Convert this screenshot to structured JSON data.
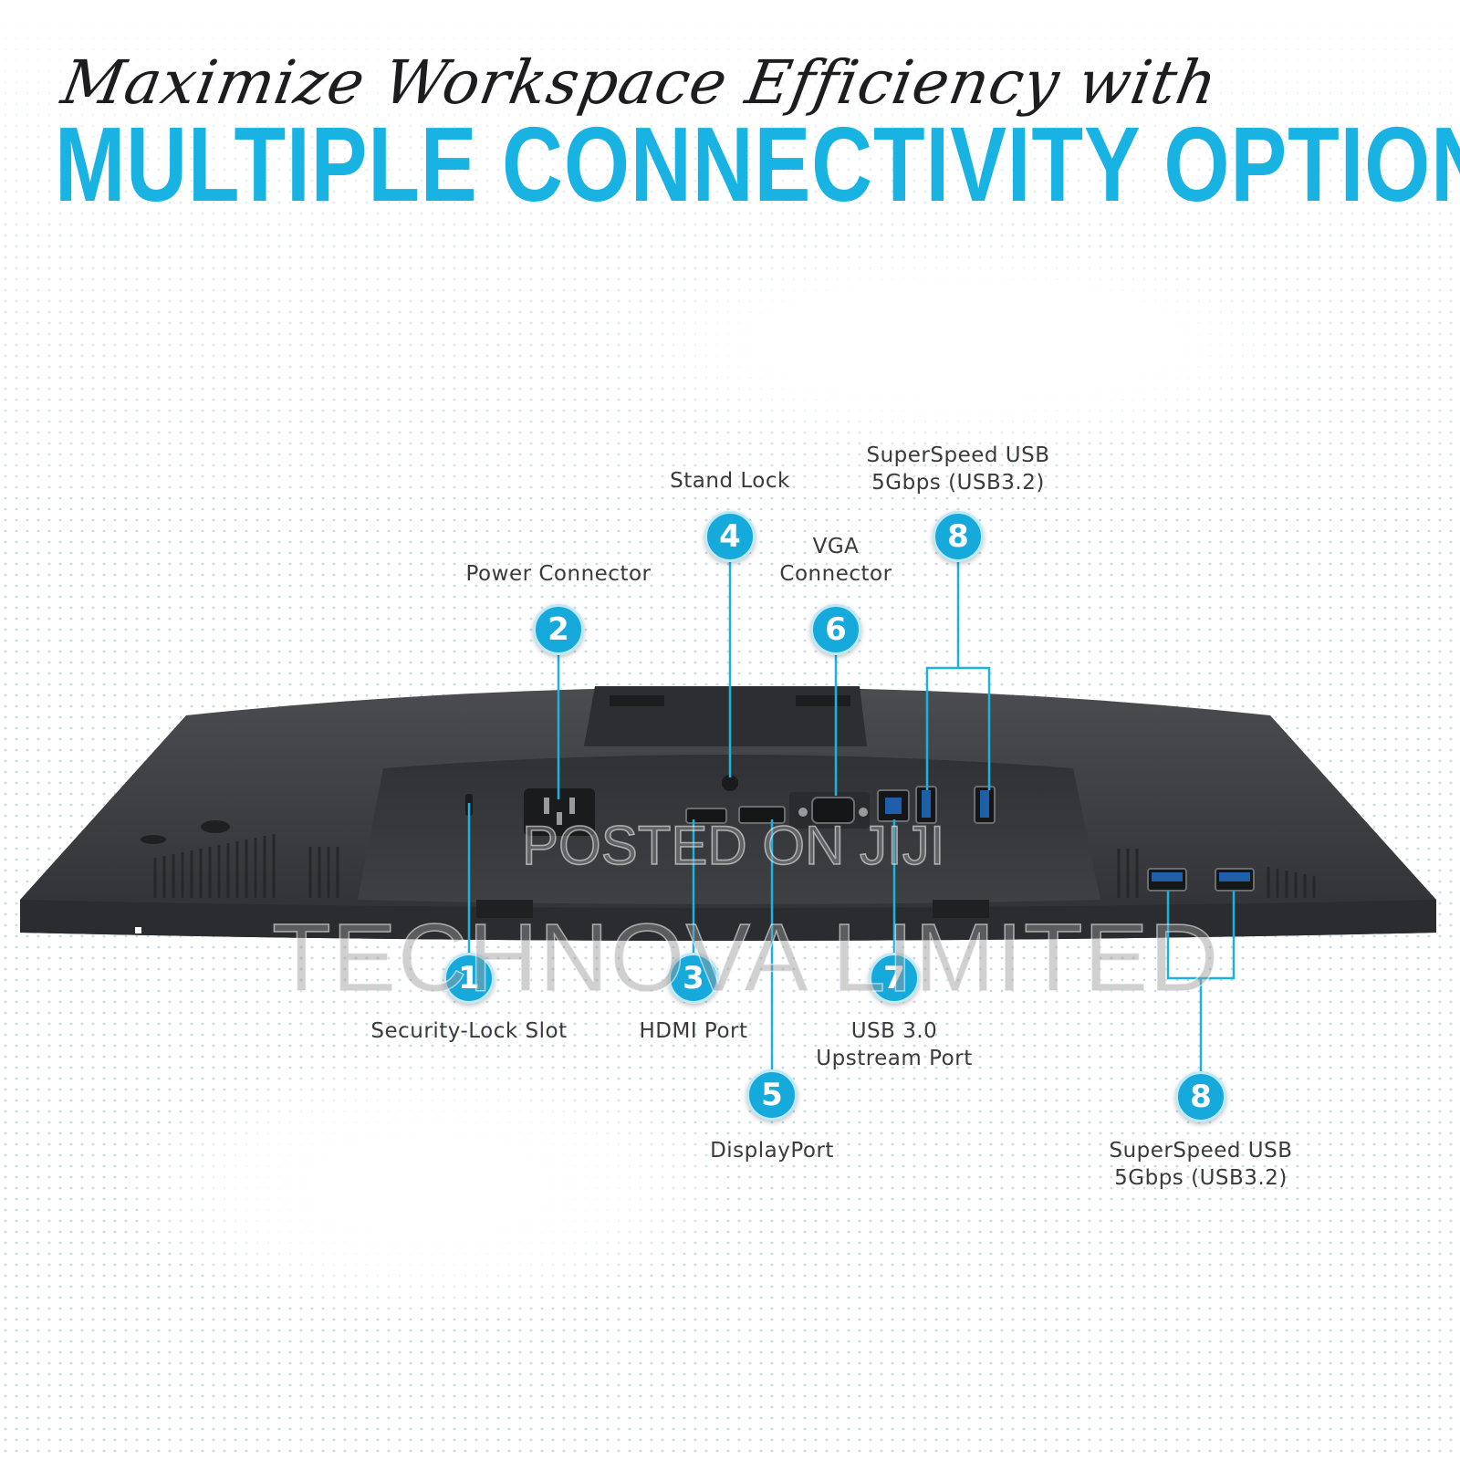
{
  "headline": {
    "script_line": "Maximize Workspace Efficiency with",
    "main_line": "MULTIPLE CONNECTIVITY OPTIONS"
  },
  "callouts": [
    {
      "number": "1",
      "label_lines": [
        "Security-Lock Slot"
      ]
    },
    {
      "number": "2",
      "label_lines": [
        "Power Connector"
      ]
    },
    {
      "number": "3",
      "label_lines": [
        "HDMI Port"
      ]
    },
    {
      "number": "4",
      "label_lines": [
        "Stand Lock"
      ]
    },
    {
      "number": "5",
      "label_lines": [
        "DisplayPort"
      ]
    },
    {
      "number": "6",
      "label_lines": [
        "VGA",
        "Connector"
      ]
    },
    {
      "number": "7",
      "label_lines": [
        "USB 3.0",
        "Upstream Port"
      ]
    },
    {
      "number": "8",
      "label_lines": [
        "SuperSpeed USB",
        "5Gbps (USB3.2)"
      ]
    },
    {
      "number": "8",
      "label_lines": [
        "SuperSpeed USB",
        "5Gbps (USB3.2)"
      ]
    }
  ],
  "watermarks": {
    "top": "POSTED ON JIJI",
    "bottom": "TECHNOVA LIMITED"
  },
  "colors": {
    "accent": "#19b3e3",
    "badge": "#16a9dc",
    "monitor_body": "#3b3d40",
    "label_text": "#3a3a3a"
  }
}
